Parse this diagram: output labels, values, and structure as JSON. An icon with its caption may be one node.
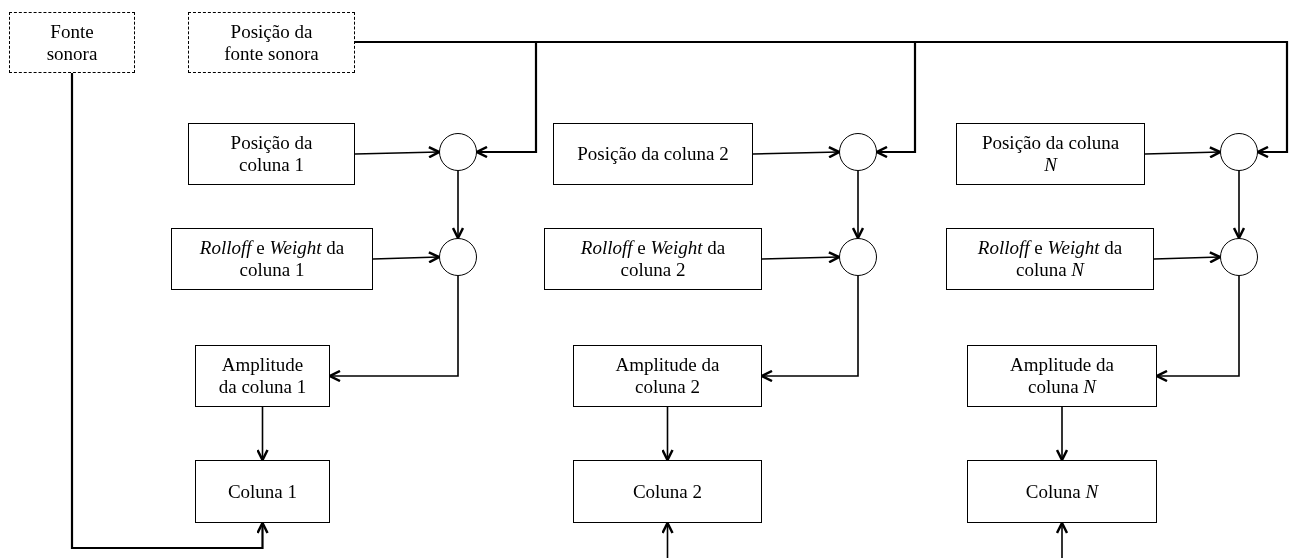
{
  "diagram": {
    "nodes": [
      {
        "text": [
          "Fonte sonora"
        ]
      },
      {
        "text": [
          "Posição da fonte sonora"
        ]
      },
      {
        "text": [
          "Posição da coluna 1"
        ]
      },
      {
        "text": [],
        "shape": "circle"
      },
      {
        "text": [
          "*Rolloff* e *Weight* da coluna 1"
        ]
      },
      {
        "text": [],
        "shape": "circle"
      },
      {
        "text": [
          "Amplitude da coluna 1"
        ]
      },
      {
        "text": [
          "Coluna 1"
        ]
      },
      {
        "text": [
          "Posição da coluna 2"
        ]
      },
      {
        "text": [],
        "shape": "circle"
      },
      {
        "text": [
          "*Rolloff* e *Weight* da coluna 2"
        ]
      },
      {
        "text": [],
        "shape": "circle"
      },
      {
        "text": [
          "Amplitude da coluna 2"
        ]
      },
      {
        "text": [
          "Coluna 2"
        ]
      },
      {
        "text": [
          "Posição da coluna *N*"
        ]
      },
      {
        "text": [],
        "shape": "circle"
      },
      {
        "text": [
          "*Rolloff* e *Weight* da coluna *N*"
        ]
      },
      {
        "text": [],
        "shape": "circle"
      },
      {
        "text": [
          "Amplitude da coluna *N*"
        ]
      },
      {
        "text": [
          "Coluna *N*"
        ]
      }
    ],
    "edges": [
      {
        "from": 1,
        "to": 3,
        "arrow": "to"
      },
      {
        "from": 1,
        "to": 9,
        "arrow": "to"
      },
      {
        "from": 1,
        "to": 15,
        "arrow": "to"
      },
      {
        "from": 0,
        "to": 7,
        "arrow": "to"
      },
      {
        "from": 2,
        "to": 3,
        "arrow": "to"
      },
      {
        "from": 3,
        "to": 5,
        "arrow": "to"
      },
      {
        "from": 4,
        "to": 5,
        "arrow": "to"
      },
      {
        "from": 5,
        "to": 6,
        "arrow": "to"
      },
      {
        "from": 6,
        "to": 7,
        "arrow": "to"
      },
      {
        "from": 8,
        "to": 9,
        "arrow": "to"
      },
      {
        "from": 9,
        "to": 11,
        "arrow": "to"
      },
      {
        "from": 10,
        "to": 11,
        "arrow": "to"
      },
      {
        "from": 11,
        "to": 12,
        "arrow": "to"
      },
      {
        "from": 12,
        "to": 13,
        "arrow": "to"
      },
      {
        "from": null,
        "to": 13,
        "arrow": "to"
      },
      {
        "from": 14,
        "to": 15,
        "arrow": "to"
      },
      {
        "from": 15,
        "to": 17,
        "arrow": "to"
      },
      {
        "from": 16,
        "to": 17,
        "arrow": "to"
      },
      {
        "from": 17,
        "to": 18,
        "arrow": "to"
      },
      {
        "from": 18,
        "to": 19,
        "arrow": "to"
      },
      {
        "from": null,
        "to": 19,
        "arrow": "to"
      }
    ]
  }
}
